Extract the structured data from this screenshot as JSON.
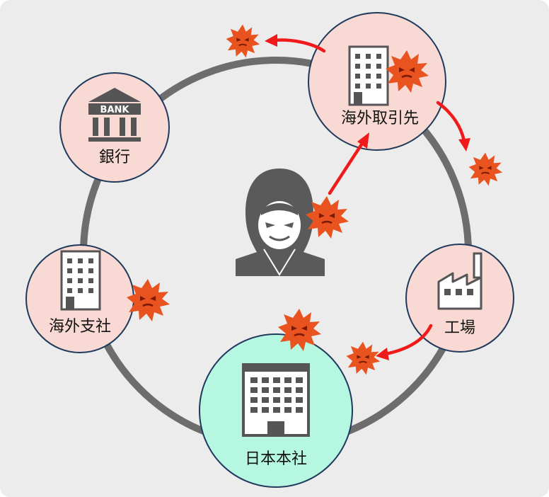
{
  "colors": {
    "background": "#ececec",
    "ring": "#6d6d6d",
    "node_fill": "#f8d9d3",
    "hq_fill": "#b5f7e0",
    "node_border": "#1f3a5c",
    "virus": "#e8531f",
    "arrow": "#f11a1a",
    "hacker": "#5a5a5a"
  },
  "nodes": {
    "bank": {
      "label": "銀行",
      "icon": "bank-icon",
      "icon_text": "BANK"
    },
    "overseas_partner": {
      "label": "海外取引先",
      "icon": "office-building-icon"
    },
    "overseas_branch": {
      "label": "海外支社",
      "icon": "office-building-icon"
    },
    "factory": {
      "label": "工場",
      "icon": "factory-icon"
    },
    "headquarters": {
      "label": "日本本社",
      "icon": "headquarters-building-icon"
    }
  },
  "attacker": {
    "icon": "hooded-hacker-icon"
  },
  "virus_icon": "virus-icon"
}
